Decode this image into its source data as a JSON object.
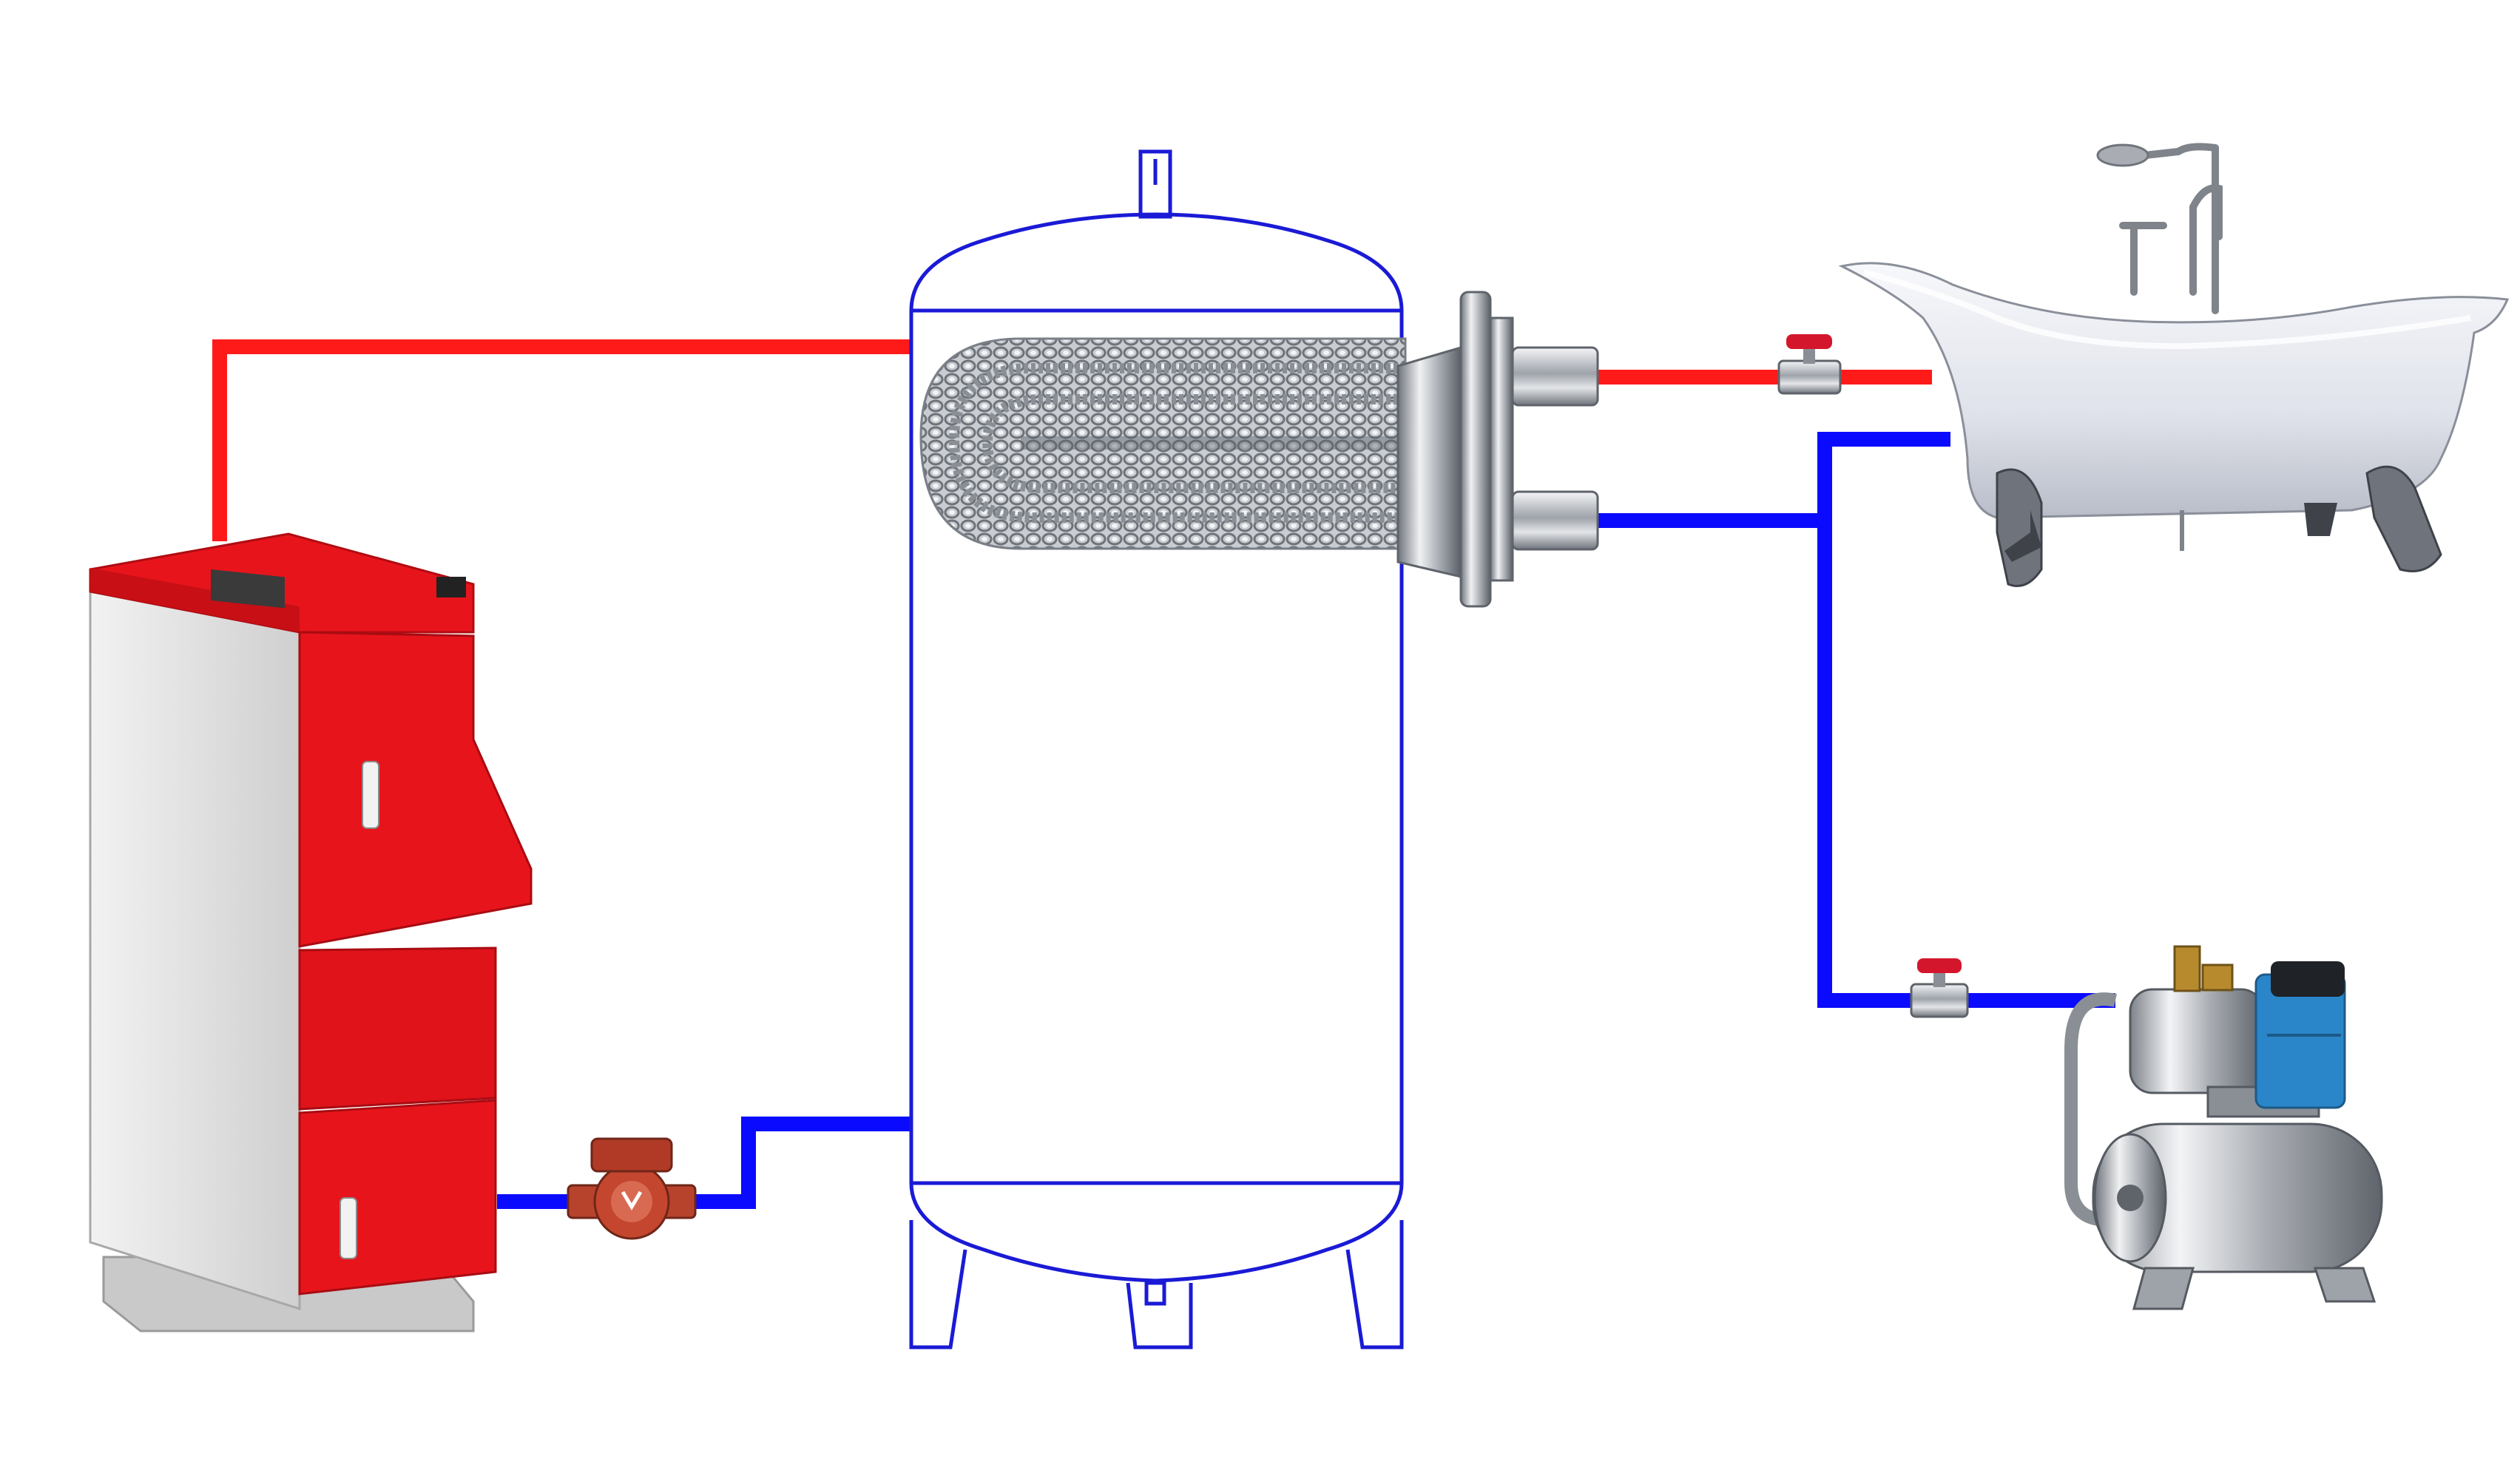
{
  "diagram": {
    "kind": "heating schematic",
    "labels": []
  },
  "colors": {
    "hot_pipe": "#ff1a1a",
    "cold_pipe": "#0a0aff",
    "tank_outline": "#1a1ad6",
    "boiler_red": "#e8141c",
    "boiler_grey": "#d9d9d9",
    "steel": "#b8bcc2",
    "pump_body": "#c4462f",
    "valve_handle": "#d4162c",
    "bath_enamel": "#e6e8ee",
    "pump_blue": "#2a86c9"
  },
  "components": [
    {
      "id": "boiler",
      "icon": "solid-fuel-boiler-icon"
    },
    {
      "id": "circulation-pump",
      "icon": "circulation-pump-icon"
    },
    {
      "id": "storage-tank",
      "icon": "storage-tank-icon"
    },
    {
      "id": "heat-exchanger-coil",
      "icon": "coil-icon"
    },
    {
      "id": "hot-valve",
      "icon": "ball-valve-icon"
    },
    {
      "id": "cold-valve",
      "icon": "ball-valve-icon"
    },
    {
      "id": "bathtub",
      "icon": "clawfoot-bathtub-icon"
    },
    {
      "id": "booster-pump-station",
      "icon": "pressure-pump-icon"
    }
  ]
}
